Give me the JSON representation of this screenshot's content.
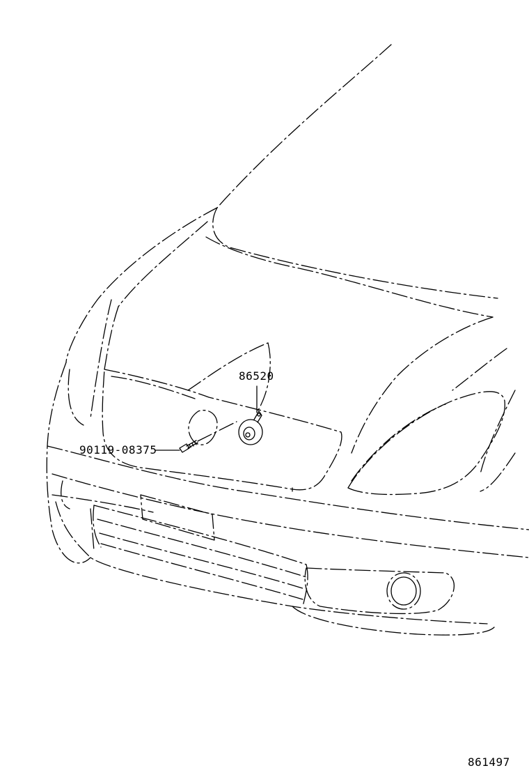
{
  "labels": {
    "horn_part": "86520",
    "bolt_part": "90119-08375",
    "illustration_id": "861497"
  }
}
